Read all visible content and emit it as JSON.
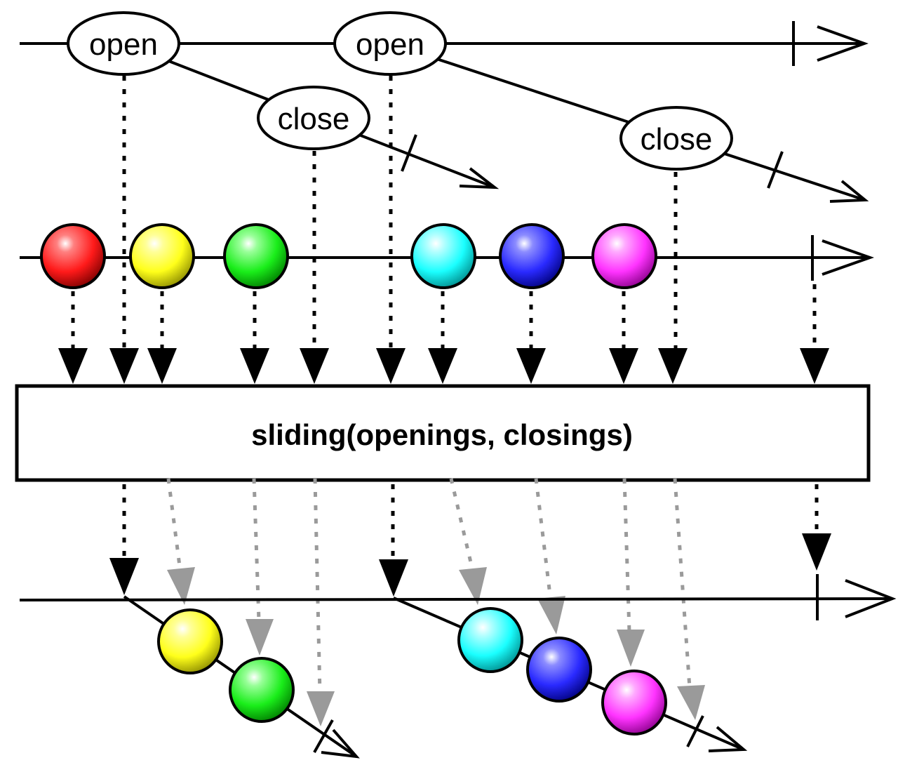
{
  "operator": {
    "label": "sliding(openings, closings)"
  },
  "openings": {
    "events": [
      {
        "label": "open"
      },
      {
        "label": "open"
      }
    ]
  },
  "closings": {
    "events": [
      {
        "label": "close"
      },
      {
        "label": "close"
      }
    ]
  },
  "source": {
    "marbles": [
      {
        "color": "red",
        "hex": "#ff1a1a"
      },
      {
        "color": "yellow",
        "hex": "#ffff1a"
      },
      {
        "color": "green",
        "hex": "#1aee1a"
      },
      {
        "color": "cyan",
        "hex": "#1affff"
      },
      {
        "color": "blue",
        "hex": "#2a2aff"
      },
      {
        "color": "magenta",
        "hex": "#ff33ff"
      }
    ]
  },
  "output": {
    "windows": [
      {
        "marbles": [
          {
            "color": "yellow",
            "hex": "#ffff1a"
          },
          {
            "color": "green",
            "hex": "#1aee1a"
          }
        ]
      },
      {
        "marbles": [
          {
            "color": "cyan",
            "hex": "#1affff"
          },
          {
            "color": "blue",
            "hex": "#2a2aff"
          },
          {
            "color": "magenta",
            "hex": "#ff33ff"
          }
        ]
      }
    ]
  },
  "colors": {
    "line": "#000000",
    "faded_arrow": "#9a9a9a"
  }
}
